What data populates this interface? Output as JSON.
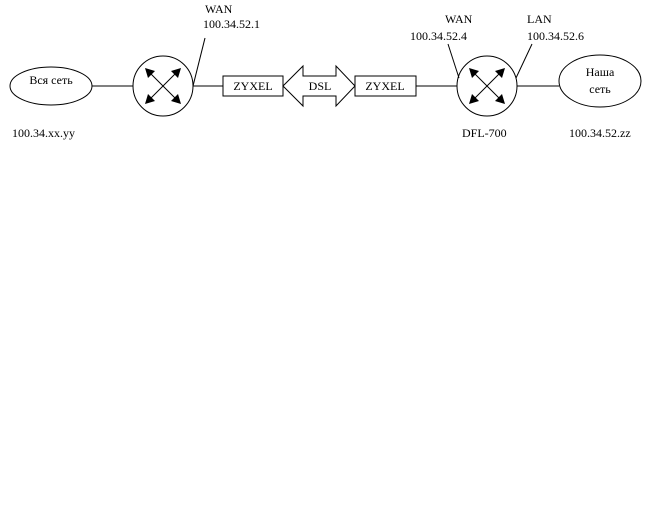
{
  "nodes": {
    "left_cloud": {
      "label": "Вся сеть",
      "address": "100.34.xx.yy"
    },
    "left_router": {
      "icon": "router-icon",
      "wan": {
        "label": "WAN",
        "address": "100.34.52.1"
      }
    },
    "left_modem": {
      "label": "ZYXEL"
    },
    "link": {
      "label": "DSL"
    },
    "right_modem": {
      "label": "ZYXEL"
    },
    "right_router": {
      "icon": "router-icon",
      "name": "DFL-700",
      "wan": {
        "label": "WAN",
        "address": "100.34.52.4"
      },
      "lan": {
        "label": "LAN",
        "address": "100.34.52.6"
      }
    },
    "right_cloud": {
      "line1": "Наша",
      "line2": "сеть",
      "address": "100.34.52.zz"
    }
  },
  "colors": {
    "stroke": "#000000",
    "background": "#ffffff"
  }
}
